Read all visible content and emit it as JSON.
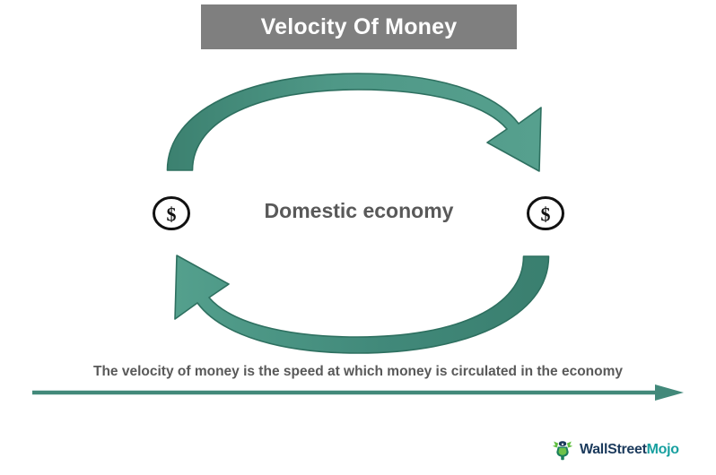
{
  "title": {
    "text": "Velocity Of Money",
    "background_color": "#7f7f7f",
    "text_color": "#ffffff"
  },
  "diagram": {
    "center_label": "Domestic economy",
    "center_label_color": "#595959",
    "arc_color": "#4a9282",
    "arc_outline_color": "#2e7060",
    "top_arrow_name": "top-clockwise-arrow",
    "bottom_arrow_name": "bottom-counterclockwise-arrow",
    "money_tokens": [
      {
        "label": "$",
        "position": "left"
      },
      {
        "label": "$",
        "position": "right"
      }
    ]
  },
  "caption": {
    "text": "The velocity of money is the speed at which money is circulated in the economy",
    "text_color": "#595959",
    "arrow_color": "#42897a"
  },
  "logo": {
    "part_a": "WallStreet",
    "part_b": "Mojo",
    "part_a_color": "#1b3a5c",
    "part_b_color": "#18a0a0",
    "mark_name": "wallstreetmojo-bull-icon"
  }
}
